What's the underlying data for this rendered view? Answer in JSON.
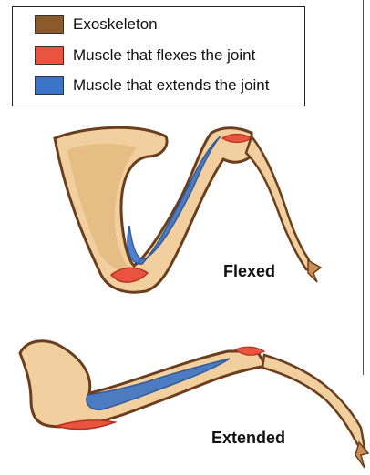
{
  "legend": {
    "items": [
      {
        "label": "Exoskeleton",
        "color": "#8b5a2b"
      },
      {
        "label": "Muscle that flexes the joint",
        "color": "#e8543f"
      },
      {
        "label": "Muscle that extends the joint",
        "color": "#3b73c7"
      }
    ]
  },
  "states": {
    "flexed": "Flexed",
    "extended": "Extended"
  }
}
